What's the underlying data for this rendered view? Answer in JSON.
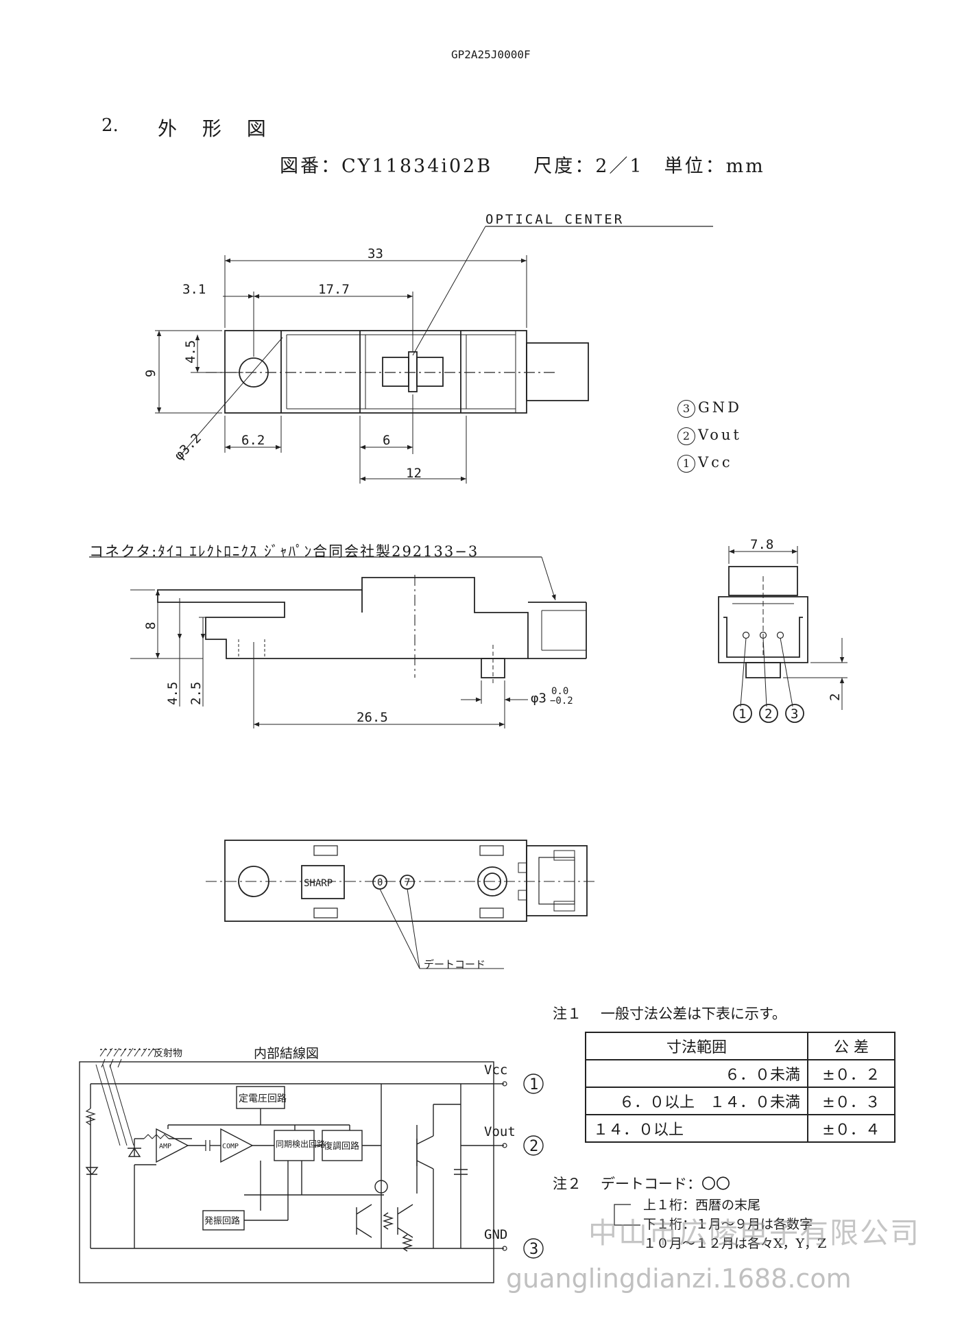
{
  "doc_code": "GP2A25J0000F",
  "section": {
    "number": "2.",
    "title": "外 形 図"
  },
  "drawing_info": "図番：CY11834i02B　　尺度：2／1　単位：mm",
  "top_view": {
    "optical_center_label": "OPTICAL CENTER",
    "dims": {
      "d33": "33",
      "d3_1": "3.1",
      "d17_7": "17.7",
      "d4_5": "4.5",
      "d9": "9",
      "dphi": "φ3.2",
      "d6_2": "6.2",
      "d6": "6",
      "d12": "12"
    }
  },
  "pin_legend": [
    {
      "num": "3",
      "name": "GND"
    },
    {
      "num": "2",
      "name": "Vout"
    },
    {
      "num": "1",
      "name": "Vcc"
    }
  ],
  "side_view": {
    "connector_label": "コネクタ:ﾀｲｺ ｴﾚｸﾄﾛﾆｸｽ ｼﾞｬﾊﾟﾝ合同会社製292133−3",
    "dims": {
      "d8": "8",
      "d4_5": "4.5",
      "d2_5": "2.5",
      "d26_5": "26.5",
      "dphi3": "φ3",
      "phi_tol_plus": "0.0",
      "phi_tol_minus": "−0.2"
    }
  },
  "end_view": {
    "d7_8": "7.8",
    "d2": "2",
    "pins": [
      "1",
      "2",
      "3"
    ]
  },
  "bottom_view": {
    "sharp_logo": "SHARP",
    "date_code_marks": [
      "0",
      "7"
    ],
    "date_code_label": "デートコード"
  },
  "note1": {
    "label": "注１",
    "text": "一般寸法公差は下表に示す。",
    "table": {
      "headers": [
        "寸法範囲",
        "公 差"
      ],
      "rows": [
        {
          "range": "６．０未満",
          "tol": "±０．２"
        },
        {
          "range": "６．０以上　１４．０未満",
          "tol": "±０．３"
        },
        {
          "range": "１４．０以上",
          "tol": "±０．４"
        }
      ]
    }
  },
  "note2": {
    "label": "注２",
    "text": "デートコード：〇〇",
    "line1": "上１桁：西暦の末尾",
    "line2": "下１桁：１月～９月は各数字",
    "line3": "１０月～１２月は各々X，Y，Z"
  },
  "circuit": {
    "title": "内部結線図",
    "reflector_label": "反射物",
    "blocks": {
      "vreg": "定電圧回路",
      "amp": "AMP",
      "comp": "COMP",
      "sync": "同期検出回路",
      "demod": "復調回路",
      "osc": "発振回路"
    },
    "terminals": [
      {
        "name": "Vcc",
        "num": "1"
      },
      {
        "name": "Vout",
        "num": "2"
      },
      {
        "name": "GND",
        "num": "3"
      }
    ]
  },
  "watermark": {
    "cn": "中山市広陵电子有限公司",
    "url": "guanglingdianzi.1688.com"
  }
}
